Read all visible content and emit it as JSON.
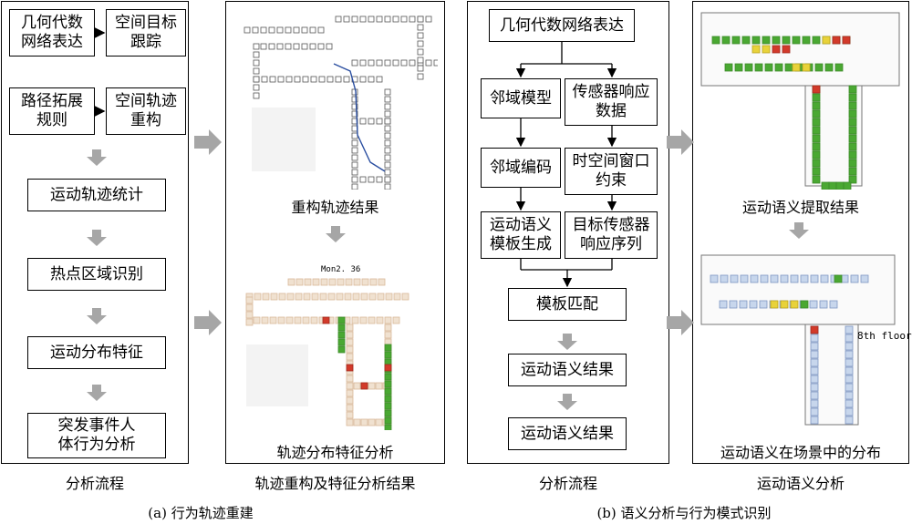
{
  "panel_a": {
    "nodes": {
      "geometric_algebra": "几何代数\n网络表达",
      "target_tracking": "空间目标\n跟踪",
      "path_rules": "路径拓展\n规则",
      "trajectory_reconstruct": "空间轨迹\n重构",
      "motion_statistics": "运动轨迹统计",
      "hotspot": "热点区域识别",
      "distribution": "运动分布特征",
      "emergency": "突发事件人\n体行为分析"
    },
    "footer": "分析流程"
  },
  "panel_b": {
    "caption_top": "重构轨迹结果",
    "caption_bottom": "轨迹分布特征分析",
    "map_label": "Mon2. 36",
    "footer": "轨迹重构及特征分析结果"
  },
  "panel_c": {
    "nodes": {
      "geometric_algebra": "几何代数网络表达",
      "neighborhood_model": "邻域模型",
      "sensor_data": "传感器响应\n数据",
      "neighborhood_coding": "邻域编码",
      "spatiotemporal": "时空间窗口\n约束",
      "template_gen": "运动语义\n模板生成",
      "target_sequence": "目标传感器\n响应序列",
      "template_match": "模板匹配",
      "result_1": "运动语义结果",
      "result_2": "运动语义结果"
    },
    "footer": "分析流程"
  },
  "panel_d": {
    "caption_top": "运动语义提取结果",
    "caption_bottom": "运动语义在场景中的分布",
    "floor_label": "8th floor",
    "footer": "运动语义分析"
  },
  "captions": {
    "left": "(a) 行为轨迹重建",
    "right": "(b) 语义分析与行为模式识别"
  },
  "colors": {
    "arrow_gray": "#a6a6a6",
    "trajectory_green": "#4aa832",
    "hot_red": "#d23a2a",
    "hot_yellow": "#e8d23a",
    "cell_beige": "#f0e1d0",
    "cell_blue": "#c7d6ec"
  }
}
